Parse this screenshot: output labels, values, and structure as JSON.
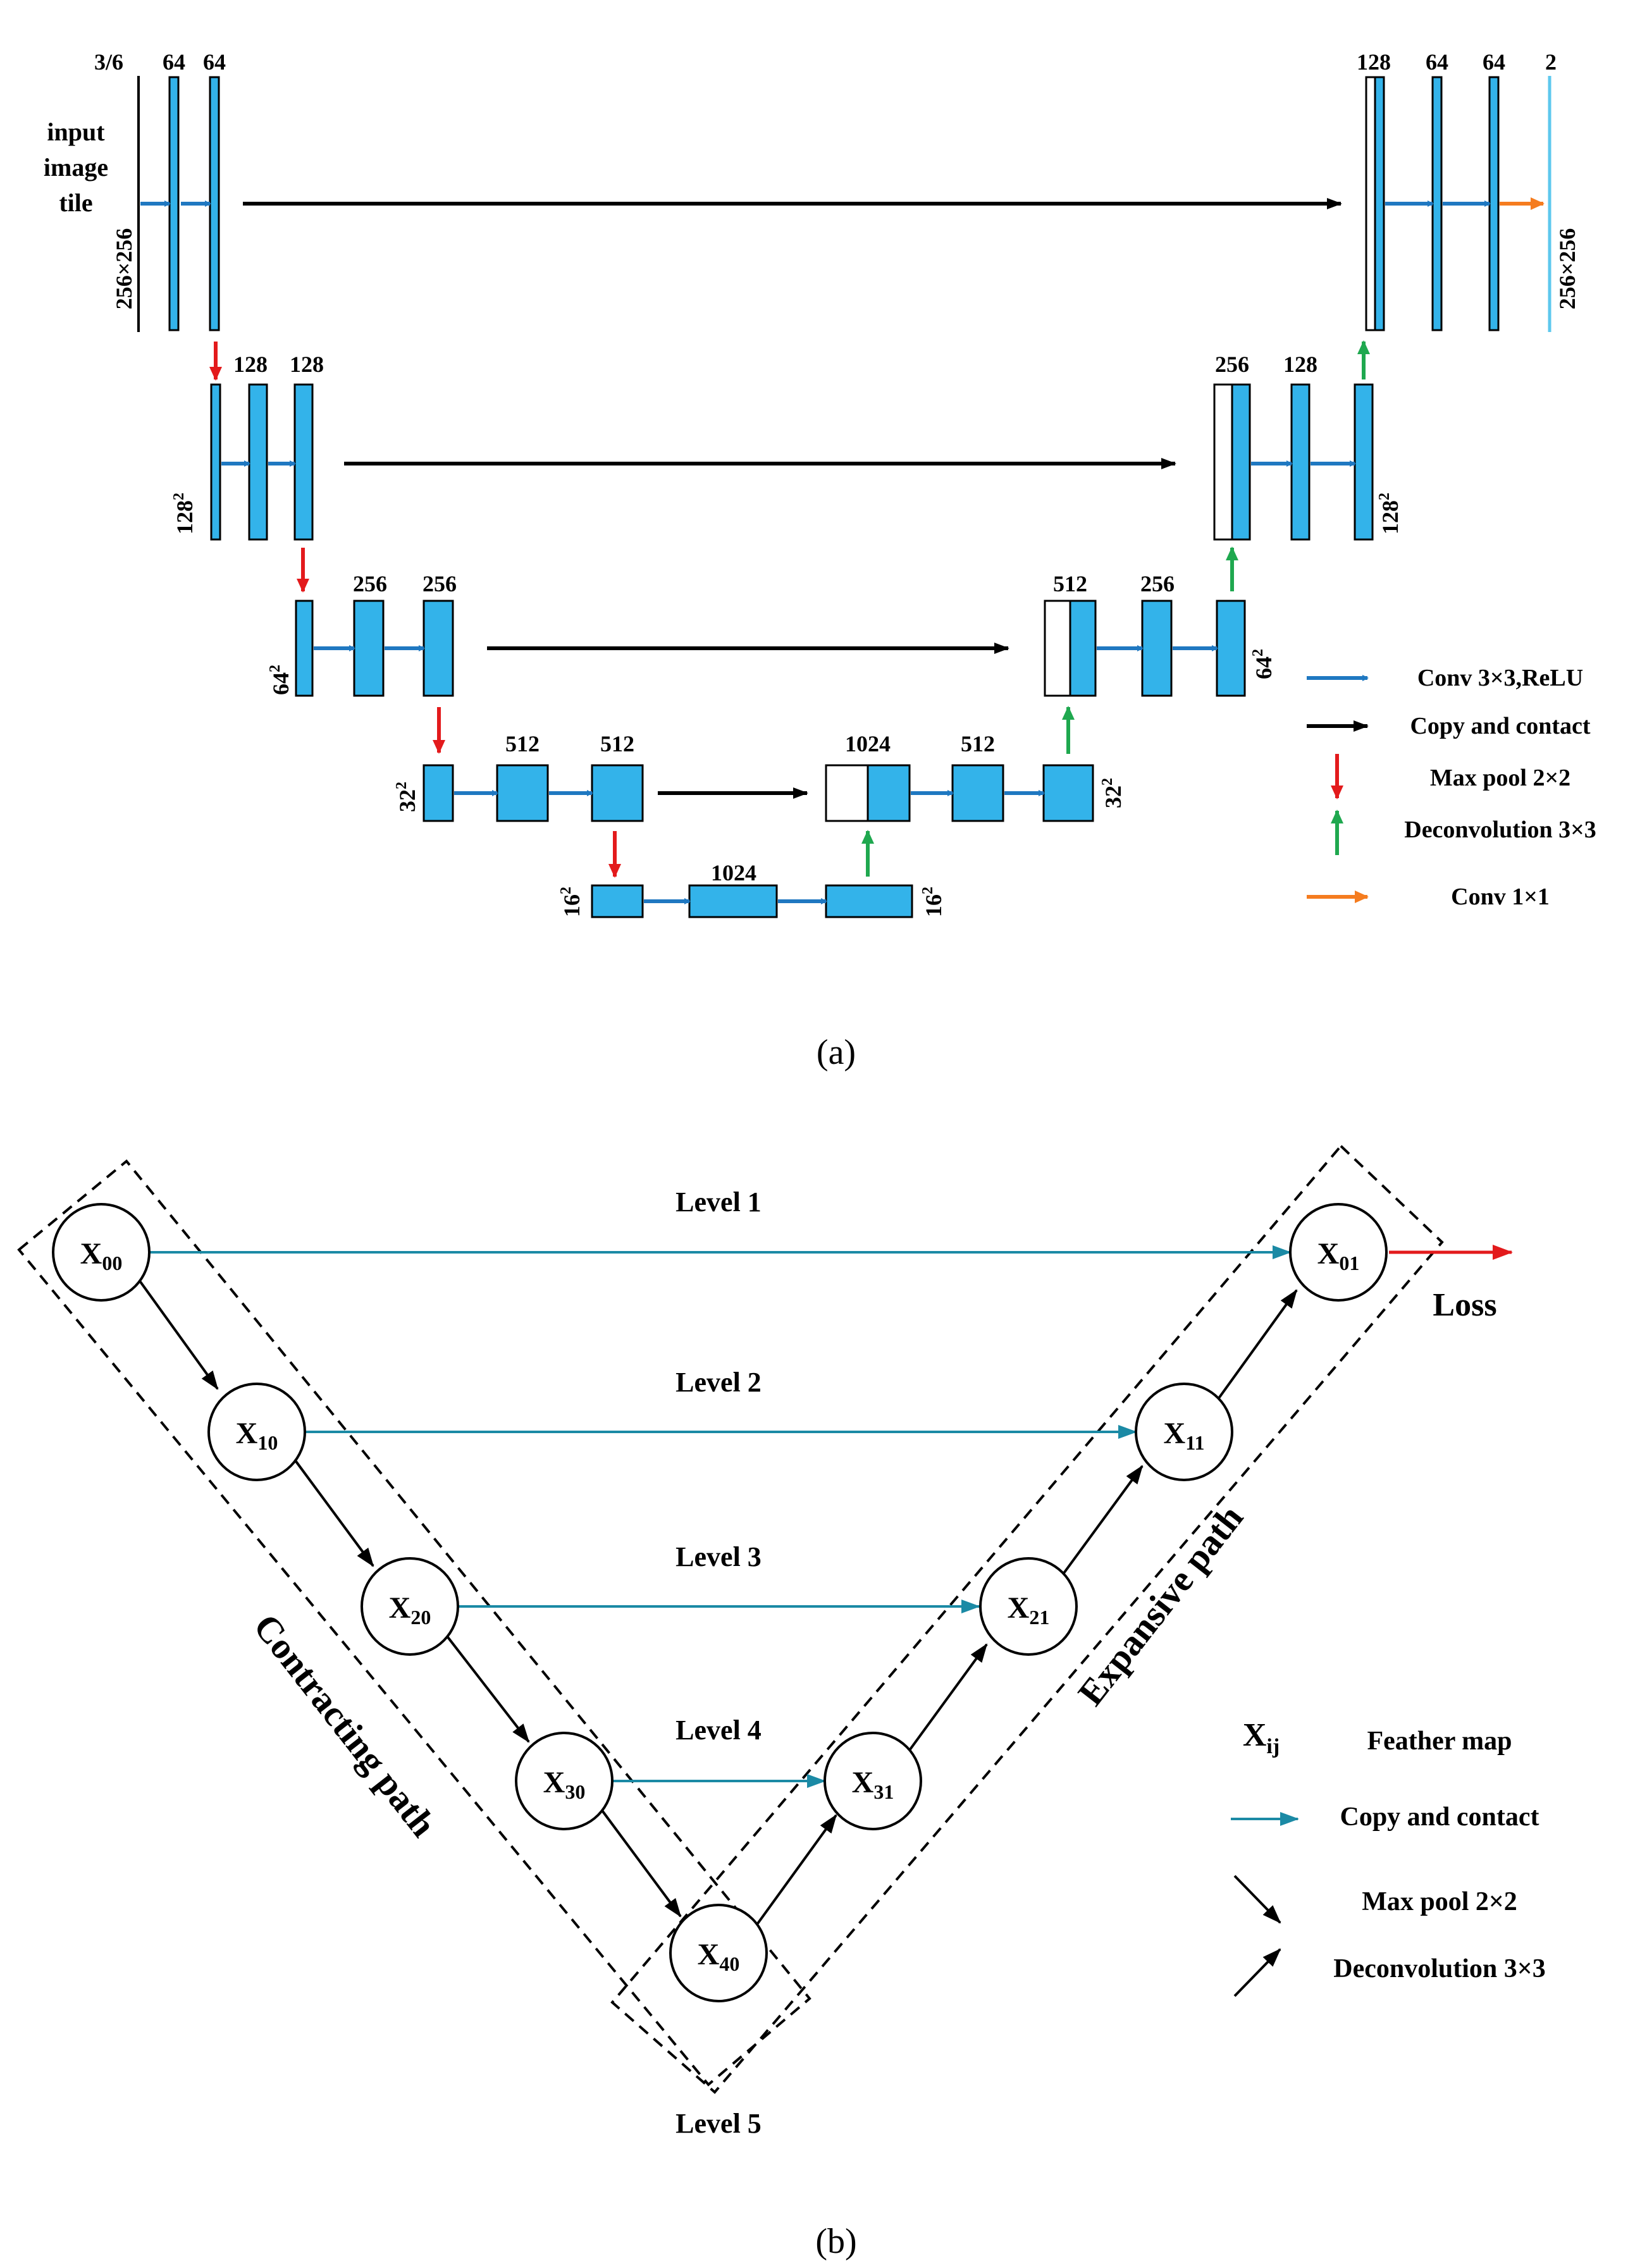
{
  "panel_a": {
    "caption": "(a)",
    "input_label": [
      "input",
      "image",
      "tile"
    ],
    "channels": {
      "c_in": "3/6",
      "c64a": "64",
      "c64b": "64",
      "l2a": "128",
      "l2b": "128",
      "l3a": "256",
      "l3b": "256",
      "l4a": "512",
      "l4b": "512",
      "l5": "1024",
      "d4a": "1024",
      "d4b": "512",
      "d3a": "512",
      "d3b": "256",
      "d2a": "256",
      "d2b": "128",
      "d1a": "128",
      "d1b": "64",
      "d1c": "64",
      "out": "2"
    },
    "sizes": {
      "in": "256×256",
      "out": "256×256",
      "l2": "128",
      "l3": "64",
      "l4": "32",
      "l5": "16",
      "d4": "32",
      "d3": "64",
      "d2": "128",
      "l5r": "16",
      "sup": "2"
    },
    "legend": [
      {
        "label": "Conv 3×3,ReLU",
        "color": "#1f78c1",
        "dir": "right"
      },
      {
        "label": "Copy and contact",
        "color": "#000000",
        "dir": "right"
      },
      {
        "label": "Max pool 2×2",
        "color": "#e31a1c",
        "dir": "down"
      },
      {
        "label": "Deconvolution 3×3",
        "color": "#1fa84f",
        "dir": "up"
      },
      {
        "label": "Conv 1×1",
        "color": "#f57c1f",
        "dir": "right"
      }
    ],
    "colors": {
      "block": "#33b3ea",
      "conv": "#1f78c1",
      "pool": "#e31a1c",
      "deconv": "#1fa84f",
      "conv1": "#f57c1f",
      "outline_out": "#5ec8ee"
    }
  },
  "panel_b": {
    "caption": "(b)",
    "levels": [
      "Level 1",
      "Level 2",
      "Level 3",
      "Level 4",
      "Level 5"
    ],
    "nodes": [
      {
        "id": "X00",
        "main": "X",
        "sub": "00"
      },
      {
        "id": "X10",
        "main": "X",
        "sub": "10"
      },
      {
        "id": "X20",
        "main": "X",
        "sub": "20"
      },
      {
        "id": "X30",
        "main": "X",
        "sub": "30"
      },
      {
        "id": "X40",
        "main": "X",
        "sub": "40"
      },
      {
        "id": "X31",
        "main": "X",
        "sub": "31"
      },
      {
        "id": "X21",
        "main": "X",
        "sub": "21"
      },
      {
        "id": "X11",
        "main": "X",
        "sub": "11"
      },
      {
        "id": "X01",
        "main": "X",
        "sub": "01"
      }
    ],
    "loss": "Loss",
    "contracting": "Contracting path",
    "expansive": "Expansive path",
    "legend": {
      "xij_main": "X",
      "xij_sub": "ij",
      "feature": "Feather map",
      "copy": "Copy and contact",
      "pool": "Max pool 2×2",
      "deconv": "Deconvolution 3×3"
    },
    "colors": {
      "copy": "#1b8aa5",
      "loss": "#e31a1c",
      "edge": "#000000"
    }
  }
}
